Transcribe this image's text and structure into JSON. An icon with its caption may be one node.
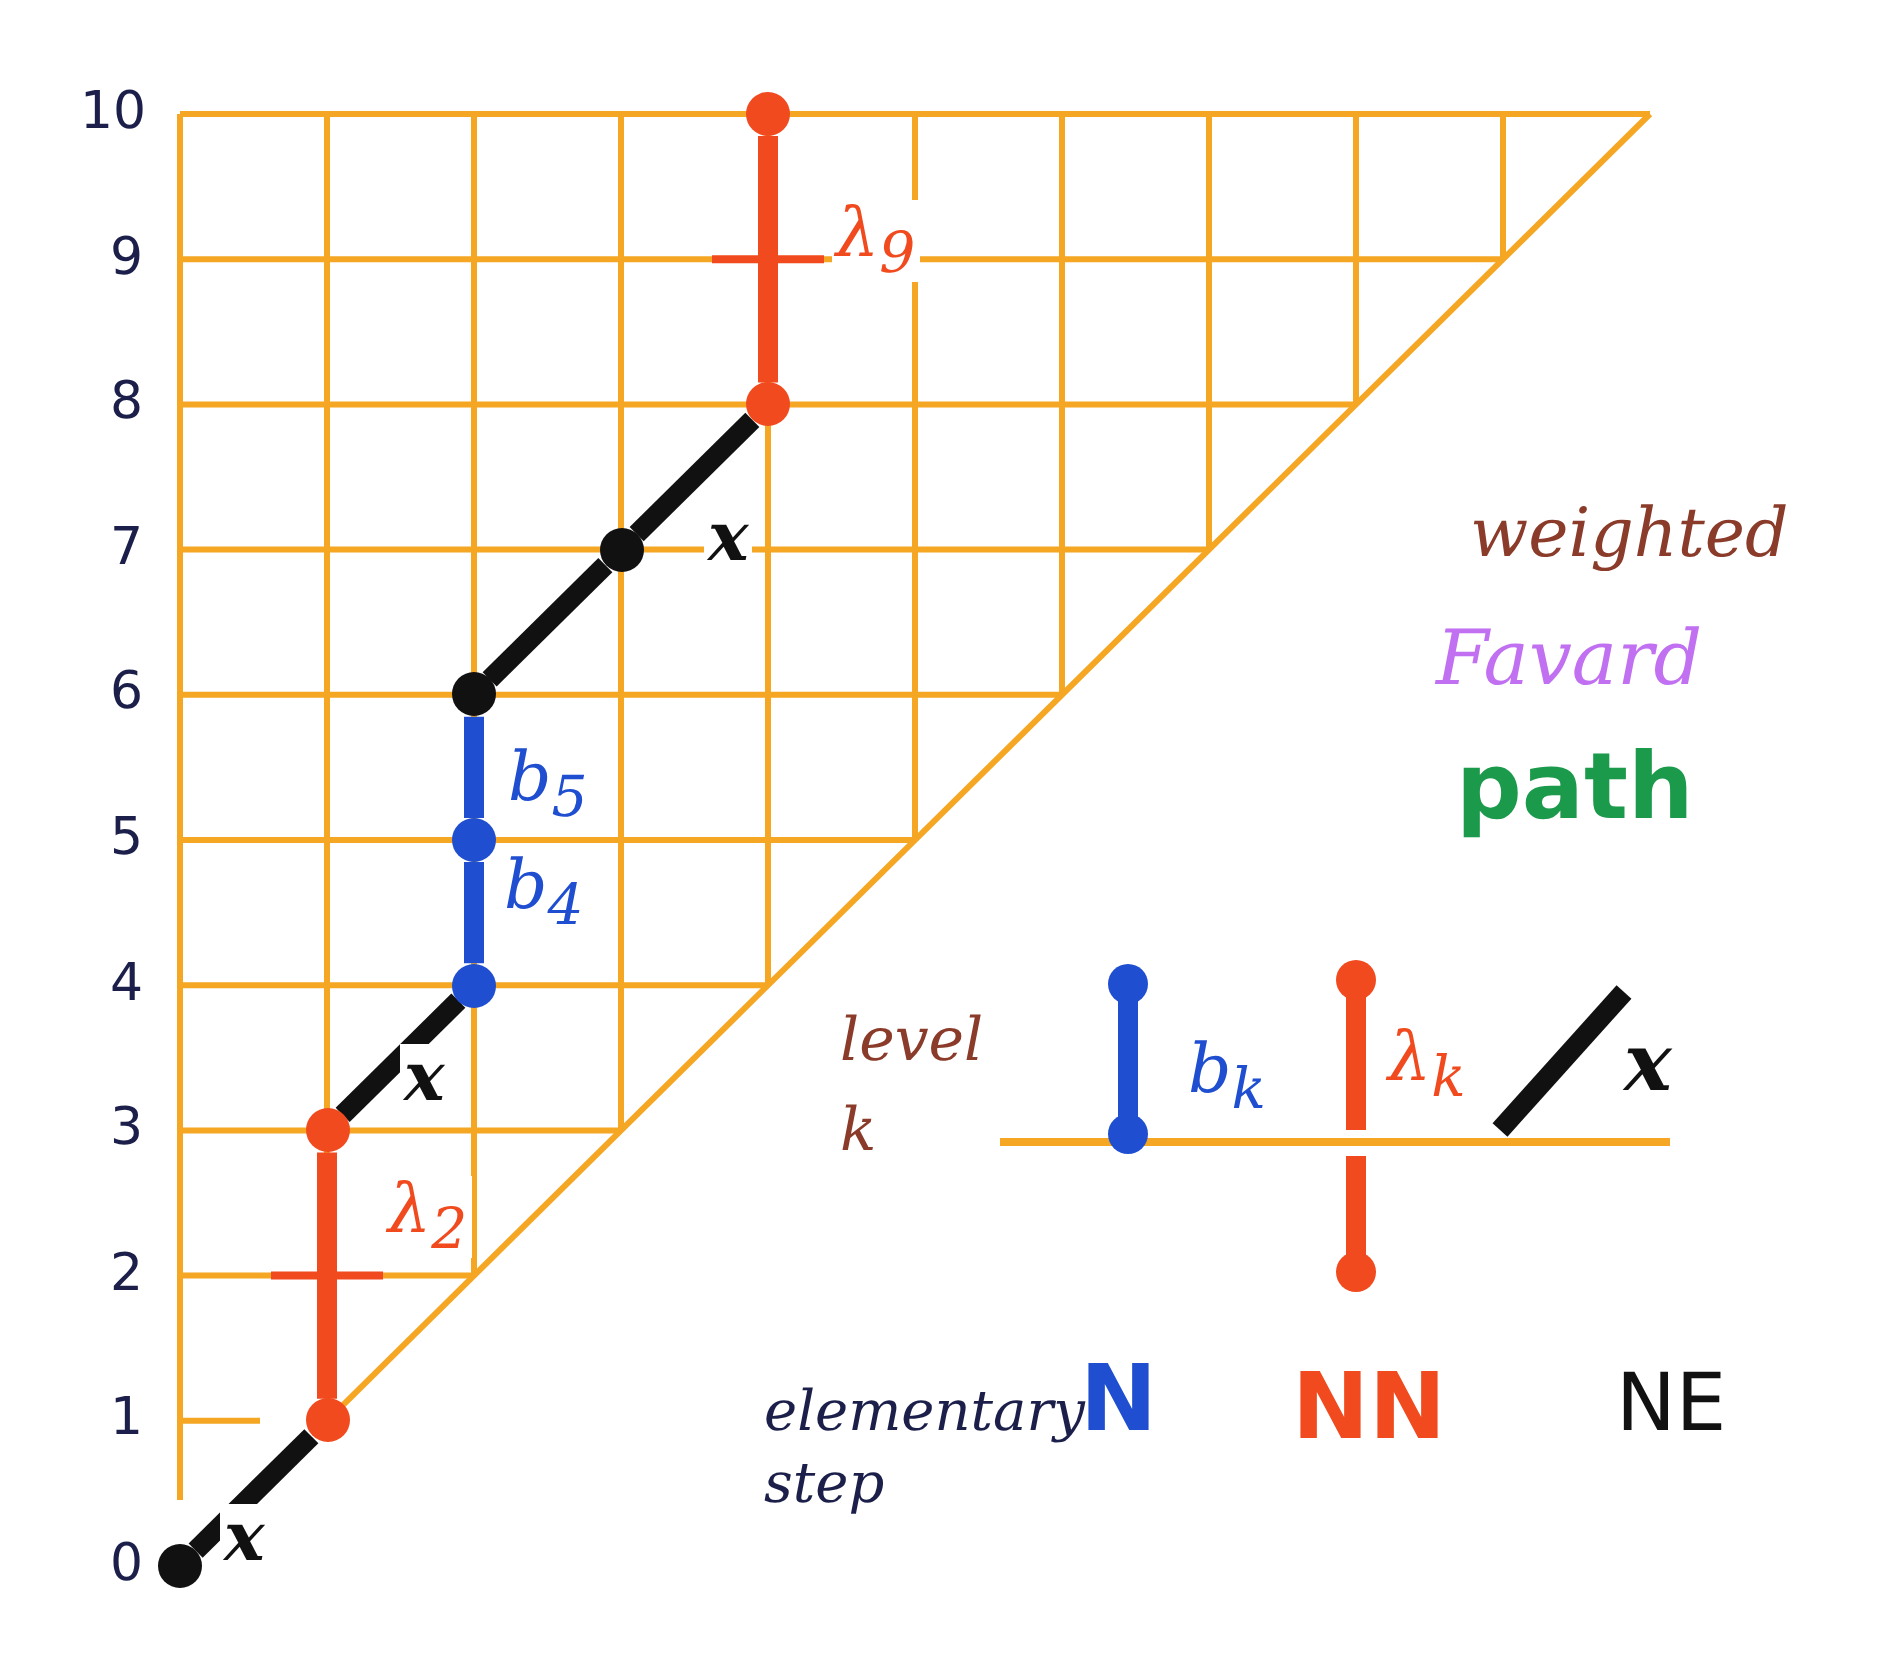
{
  "diagram": {
    "nodes": [
      {
        "text": [],
        "shape": "circle"
      },
      {
        "text": [],
        "shape": "circle"
      },
      {
        "text": [],
        "shape": "circle"
      },
      {
        "text": [],
        "shape": "circle"
      },
      {
        "text": [],
        "shape": "circle"
      },
      {
        "text": [],
        "shape": "circle"
      },
      {
        "text": [],
        "shape": "circle"
      },
      {
        "text": [],
        "shape": "circle"
      },
      {
        "text": [],
        "shape": "circle"
      }
    ],
    "edges": [
      {
        "from": 0,
        "to": 1,
        "arrow": "none",
        "label": "x"
      },
      {
        "from": 1,
        "to": 2,
        "arrow": "none",
        "label": "λ$_{2}$",
        "color": "#f04a1e"
      },
      {
        "from": 2,
        "to": 3,
        "arrow": "none",
        "label": "x"
      },
      {
        "from": 3,
        "to": 4,
        "arrow": "none",
        "label": "b$_{4}$",
        "color": "#1f4fd0"
      },
      {
        "from": 4,
        "to": 5,
        "arrow": "none",
        "label": "b$_{5}$",
        "color": "#1f4fd0"
      },
      {
        "from": 5,
        "to": 6,
        "arrow": "none"
      },
      {
        "from": 6,
        "to": 7,
        "arrow": "none",
        "label": "x"
      },
      {
        "from": 7,
        "to": 8,
        "arrow": "none",
        "label": "λ$_{9}$",
        "color": "#f04a1e"
      }
    ],
    "labels": [
      "10",
      "9",
      "8",
      "7",
      "6",
      "5",
      "4",
      "3",
      "2",
      "1",
      "0",
      "weighted",
      "Favard",
      "path",
      "level k",
      "b$_{k}$",
      "λ$_{k}$",
      "x",
      "elementary step",
      "N",
      "NN",
      "NE"
    ]
  }
}
